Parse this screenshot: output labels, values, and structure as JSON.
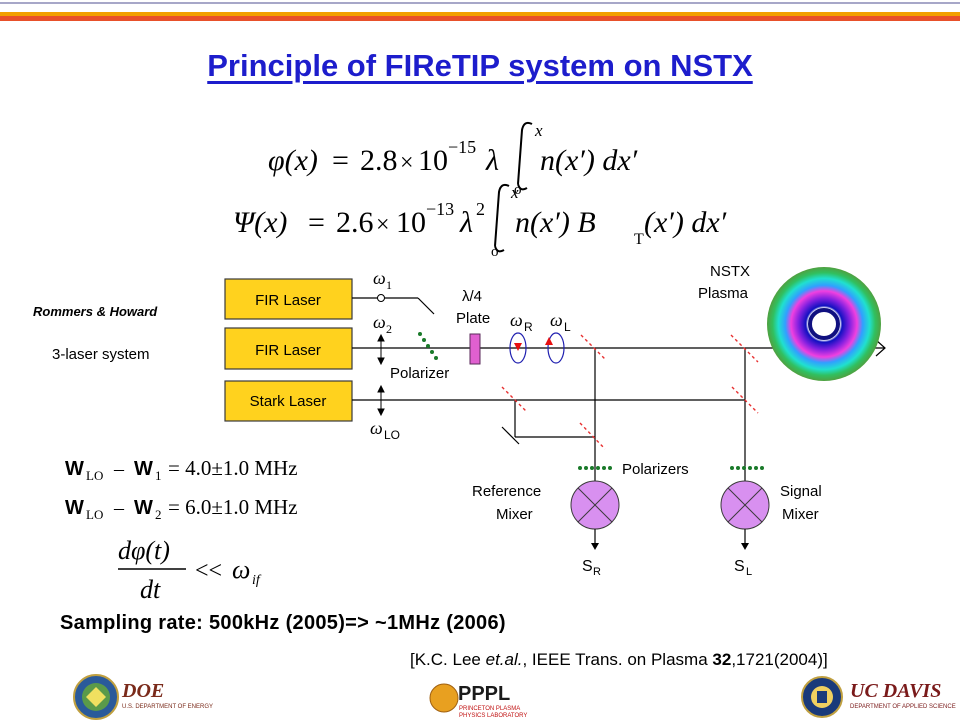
{
  "title": "Principle of FIReTIP system on NSTX",
  "equations": {
    "phi": {
      "lhs": "φ(x)",
      "eq": "=",
      "coef": "2.8",
      "times": "×",
      "base": "10",
      "exp": "−15",
      "rest": "λ",
      "integrand": "n(x′) dx′"
    },
    "psi": {
      "lhs": "Ψ(x)",
      "eq": "=",
      "coef": "2.6",
      "times": "×",
      "base": "10",
      "exp": "−13",
      "rest": "λ",
      "rest_exp": "2",
      "integrand": "n(x′) B",
      "integrand_sub": "T",
      "integrand_end": "(x′) dx′"
    },
    "int_upper": "x",
    "int_lower": "o"
  },
  "labels": {
    "rommers": "Rommers & Howard",
    "three_laser": "3-laser system",
    "fir1": "FIR Laser",
    "fir2": "FIR Laser",
    "stark": "Stark Laser",
    "omega1": "ω",
    "omega1_sub": "1",
    "omega2": "ω",
    "omega2_sub": "2",
    "omegaLO": "ω",
    "omegaLO_sub": "LO",
    "lambda4": "λ/4",
    "plate": "Plate",
    "polarizer": "Polarizer",
    "omegaR": "ω",
    "omegaR_sub": "R",
    "omegaL": "ω",
    "omegaL_sub": "L",
    "nstx": "NSTX",
    "plasma": "Plasma",
    "polarizers": "Polarizers",
    "reference": "Reference",
    "mixer1": "Mixer",
    "signal": "Signal",
    "mixer2": "Mixer",
    "sR": "S",
    "sR_sub": "R",
    "sL": "S",
    "sL_sub": "L"
  },
  "freq_equations": [
    {
      "w": "W",
      "sub1": "LO",
      "minus": "–",
      "w2": "W",
      "sub2": "1",
      "rest": "= 4.0±1.0 MHz"
    },
    {
      "w": "W",
      "sub1": "LO",
      "minus": "–",
      "w2": "W",
      "sub2": "2",
      "rest": "= 6.0±1.0 MHz"
    }
  ],
  "derivative": {
    "num": "dφ(t)",
    "den": "dt",
    "op": "<<",
    "omega": "ω",
    "omega_sub": "if"
  },
  "sampling": "Sampling rate:  500kHz (2005)=> ~1MHz (2006)",
  "reference_text": {
    "pre": "[K.C. Lee ",
    "etal": "et.al.",
    "mid": ", IEEE Trans. on Plasma ",
    "vol": "32",
    "post": ",1721(2004)]"
  },
  "logos": {
    "doe": "DOE",
    "doe_sub": "U.S. DEPARTMENT OF ENERGY",
    "pppl": "PPPL",
    "pppl_sub1": "PRINCETON PLASMA",
    "pppl_sub2": "PHYSICS LABORATORY",
    "ucd": "UC DAVIS",
    "ucd_sub": "DEPARTMENT OF APPLIED SCIENCE"
  },
  "colors": {
    "title": "#1d1dcc",
    "laser_box_fill": "#ffd21e",
    "laser_box_stroke": "#3a3a3a",
    "beam_splitter": "#e83030",
    "polarizer_dots": "#1a7a2a",
    "plate_fill": "#e060d0",
    "arrow_red": "#e81010",
    "mixer_fill": "#d890f0",
    "top_bar_orange": "#f2a000",
    "top_bar_red": "#e8502a"
  }
}
